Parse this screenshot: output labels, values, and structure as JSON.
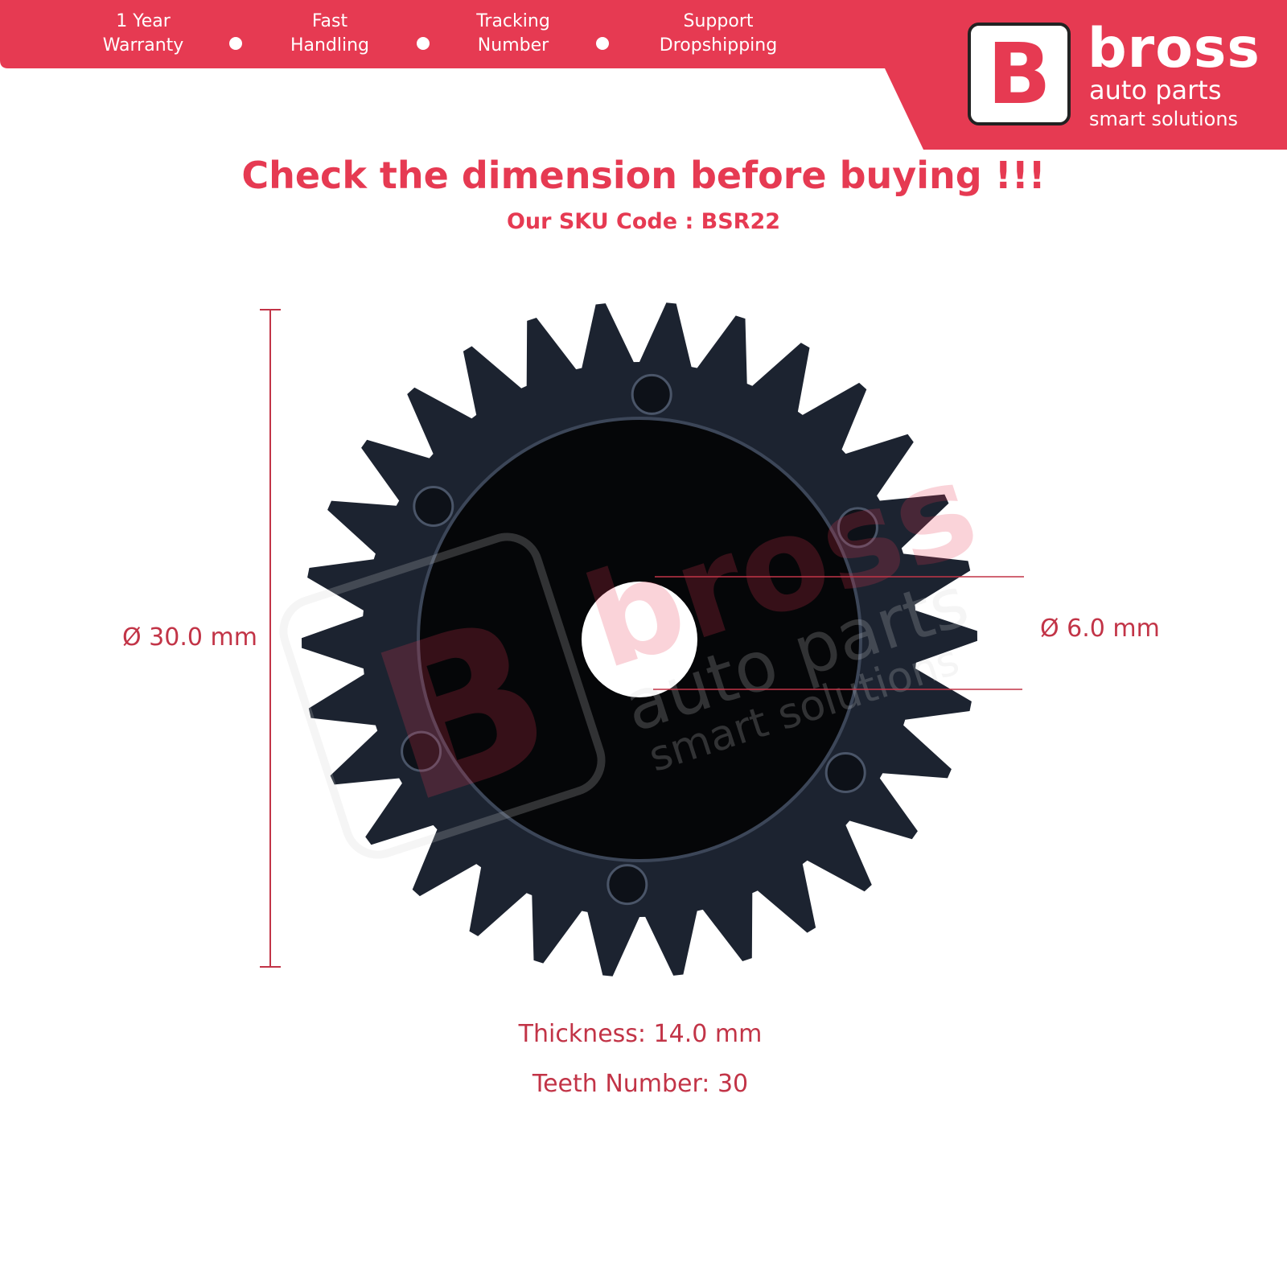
{
  "colors": {
    "brand_red": "#e63a52",
    "dim_red": "#c23447",
    "gear": "#1c2330"
  },
  "header": {
    "features": [
      {
        "text": "1 Year\nWarranty"
      },
      {
        "text": "Fast\nHandling"
      },
      {
        "text": "Tracking\nNumber"
      },
      {
        "text": "Support\nDropshipping"
      }
    ],
    "logo": {
      "letter": "B",
      "name": "bross",
      "sub": "auto parts",
      "tagline": "smart solutions"
    }
  },
  "headline": "Check the dimension before buying !!!",
  "sku": "Our SKU Code : BSR22",
  "dimensions": {
    "outer_diameter": "Ø 30.0 mm",
    "inner_diameter": "Ø 6.0 mm",
    "thickness": "Thickness: 14.0 mm",
    "teeth": "Teeth Number: 30"
  },
  "gear": {
    "teeth_count": 30,
    "icon": "gear-photo"
  },
  "watermark": {
    "letter": "B",
    "name": "bross",
    "sub": "auto parts",
    "tagline": "smart solutions"
  }
}
